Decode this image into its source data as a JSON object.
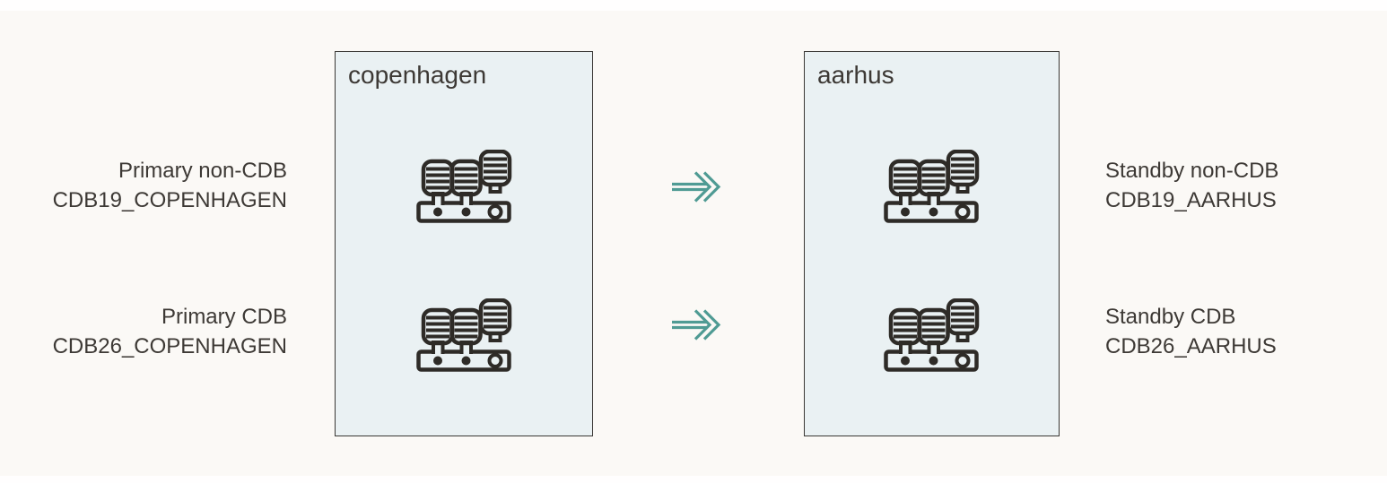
{
  "colors": {
    "page_bg": "#fbf9f6",
    "strip": "#fffefe",
    "box_fill": "#eaf1f3",
    "box_border": "#3a3835",
    "icon_stroke": "#2e2b27",
    "arrow": "#4f9b94",
    "text": "#3d3935"
  },
  "diagram": {
    "hosts": {
      "source": {
        "title": "copenhagen",
        "icons": [
          "database-rack-icon",
          "database-rack-icon"
        ]
      },
      "target": {
        "title": "aarhus",
        "icons": [
          "database-rack-icon",
          "database-rack-icon"
        ]
      }
    },
    "left_labels": [
      {
        "line1": "Primary non-CDB",
        "line2": "CDB19_COPENHAGEN"
      },
      {
        "line1": "Primary CDB",
        "line2": "CDB26_COPENHAGEN"
      }
    ],
    "right_labels": [
      {
        "line1": "Standby non-CDB",
        "line2": "CDB19_AARHUS"
      },
      {
        "line1": "Standby CDB",
        "line2": "CDB26_AARHUS"
      }
    ],
    "arrows": [
      {
        "name": "double-arrow-right-icon",
        "direction": "right"
      },
      {
        "name": "double-arrow-right-icon",
        "direction": "right"
      }
    ]
  }
}
